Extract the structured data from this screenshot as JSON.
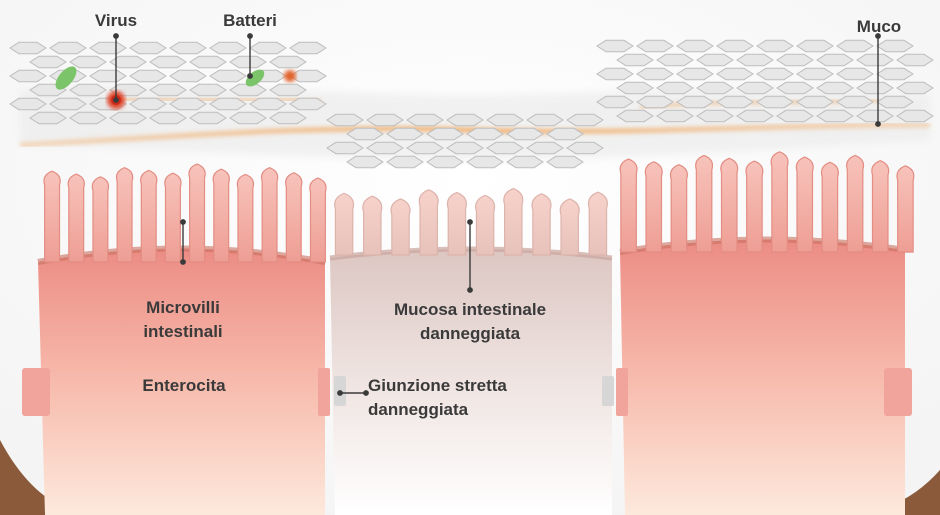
{
  "labels": {
    "virus": "Virus",
    "bacteria": "Batteri",
    "mucus": "Muco",
    "microvilli_line1": "Microvilli",
    "microvilli_line2": "intestinali",
    "damaged_mucosa_line1": "Mucosa intestinale",
    "damaged_mucosa_line2": "danneggiata",
    "enterocyte": "Enterocita",
    "tight_junction_line1": "Giunzione stretta",
    "tight_junction_line2": "danneggiata"
  },
  "colors": {
    "cell": "#f2a39a",
    "cell_damaged": "#e6d4d0",
    "microvilli": "#f4b3ab",
    "mucus": "#e2e2e2",
    "inflammation": "#f0a050",
    "bacteria": "#7cc46a",
    "virus": "#e0442c",
    "wood": "#8a5a3a"
  }
}
